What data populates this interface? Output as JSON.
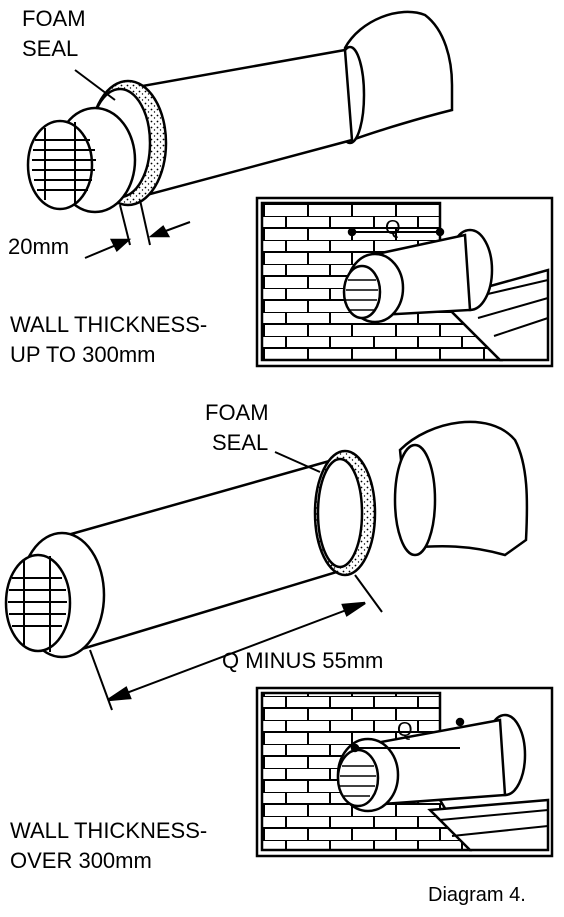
{
  "top_section": {
    "foam_seal_line1": "FOAM",
    "foam_seal_line2": "SEAL",
    "dimension": "20mm",
    "wall_line1": "WALL THICKNESS-",
    "wall_line2": "UP TO 300mm",
    "inset_marker": "Q"
  },
  "bottom_section": {
    "foam_seal_line1": "FOAM",
    "foam_seal_line2": "SEAL",
    "dimension": "Q MINUS 55mm",
    "wall_line1": "WALL THICKNESS-",
    "wall_line2": "OVER 300mm",
    "inset_marker": "Q"
  },
  "caption": "Diagram 4.",
  "colors": {
    "ink": "#000000",
    "paper": "#ffffff"
  }
}
